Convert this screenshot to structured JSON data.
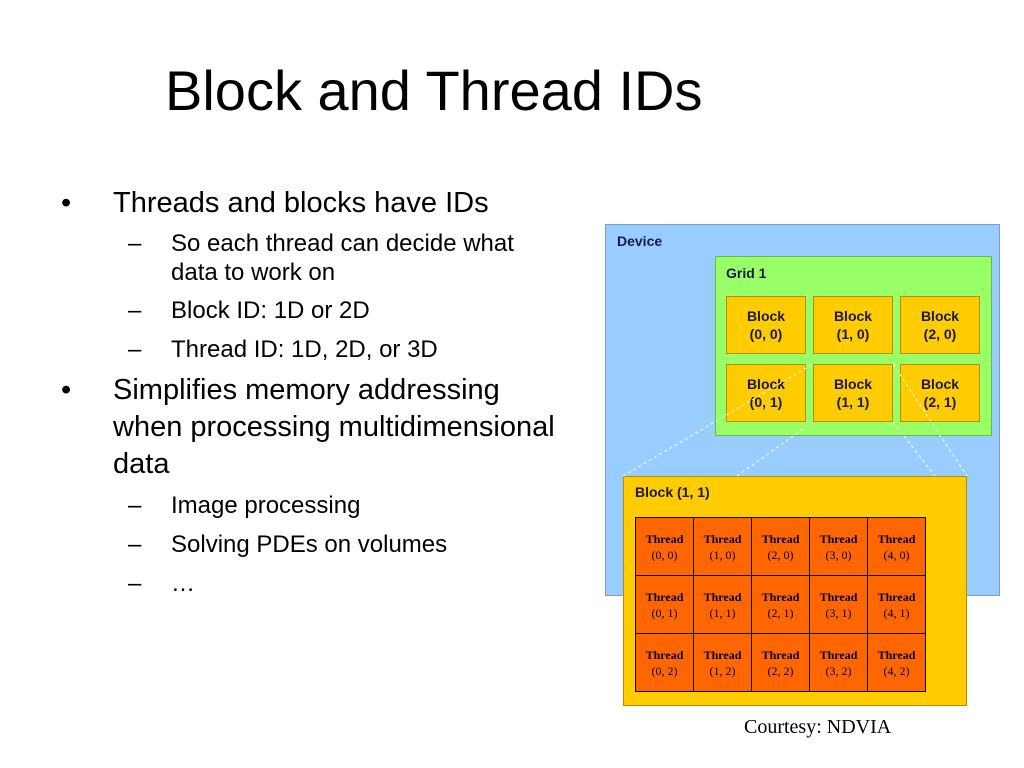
{
  "slide": {
    "title": "Block and Thread IDs"
  },
  "bullets": [
    {
      "text": "Threads and blocks have IDs",
      "marker": "•",
      "sub": [
        {
          "text": "So each thread can decide what data to work on",
          "marker": "–"
        },
        {
          "text": "Block ID: 1D or 2D",
          "marker": "–"
        },
        {
          "text": "Thread ID: 1D, 2D, or 3D",
          "marker": "–"
        }
      ]
    },
    {
      "text": "Simplifies memory addressing when processing multidimensional data",
      "marker": "•",
      "sub": [
        {
          "text": "Image processing",
          "marker": "–"
        },
        {
          "text": "Solving PDEs on volumes",
          "marker": "–"
        },
        {
          "text": "…",
          "marker": "–"
        }
      ]
    }
  ],
  "diagram": {
    "device_label": "Device",
    "grid_label": "Grid 1",
    "blocks": [
      {
        "line1": "Block",
        "line2": "(0, 0)"
      },
      {
        "line1": "Block",
        "line2": "(1, 0)"
      },
      {
        "line1": "Block",
        "line2": "(2, 0)"
      },
      {
        "line1": "Block",
        "line2": "(0, 1)"
      },
      {
        "line1": "Block",
        "line2": "(1, 1)"
      },
      {
        "line1": "Block",
        "line2": "(2, 1)"
      }
    ],
    "block_detail_label": "Block (1, 1)",
    "threads": [
      [
        {
          "line1": "Thread",
          "line2": "(0, 0)"
        },
        {
          "line1": "Thread",
          "line2": "(1, 0)"
        },
        {
          "line1": "Thread",
          "line2": "(2, 0)"
        },
        {
          "line1": "Thread",
          "line2": "(3, 0)"
        },
        {
          "line1": "Thread",
          "line2": "(4, 0)"
        }
      ],
      [
        {
          "line1": "Thread",
          "line2": "(0, 1)"
        },
        {
          "line1": "Thread",
          "line2": "(1, 1)"
        },
        {
          "line1": "Thread",
          "line2": "(2, 1)"
        },
        {
          "line1": "Thread",
          "line2": "(3, 1)"
        },
        {
          "line1": "Thread",
          "line2": "(4, 1)"
        }
      ],
      [
        {
          "line1": "Thread",
          "line2": "(0, 2)"
        },
        {
          "line1": "Thread",
          "line2": "(1, 2)"
        },
        {
          "line1": "Thread",
          "line2": "(2, 2)"
        },
        {
          "line1": "Thread",
          "line2": "(3, 2)"
        },
        {
          "line1": "Thread",
          "line2": "(4, 2)"
        }
      ]
    ]
  },
  "credit": "Courtesy: NDVIA",
  "colors": {
    "device_bg": "#99ccff",
    "grid_bg": "#99ff66",
    "block_bg": "#ffcc00",
    "thread_bg": "#ff6600"
  }
}
